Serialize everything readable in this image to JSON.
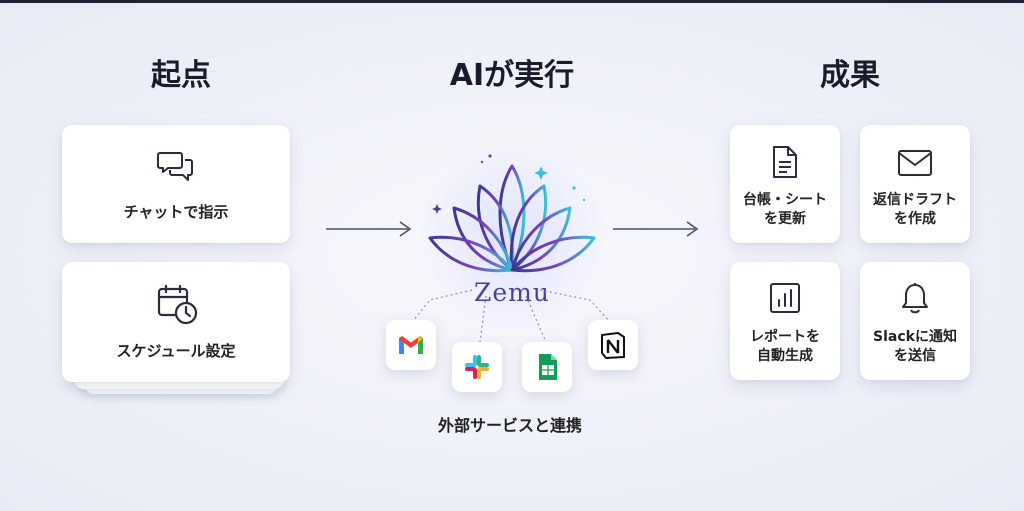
{
  "columns": {
    "start": "起点",
    "ai": "AIが実行",
    "result": "成果"
  },
  "start_cards": [
    {
      "label": "チャットで指示",
      "icon": "chat-bubbles-icon"
    },
    {
      "label": "スケジュール設定",
      "icon": "calendar-clock-icon"
    }
  ],
  "center": {
    "brand": "Zemu",
    "caption": "外部サービスと連携",
    "services": [
      {
        "name": "Gmail",
        "icon": "gmail-icon"
      },
      {
        "name": "Slack",
        "icon": "slack-icon"
      },
      {
        "name": "Google Sheets",
        "icon": "sheets-icon"
      },
      {
        "name": "Notion",
        "icon": "notion-icon"
      }
    ]
  },
  "result_cards": [
    {
      "line1": "台帳・シート",
      "line2": "を更新",
      "icon": "document-icon"
    },
    {
      "line1": "返信ドラフト",
      "line2": "を作成",
      "icon": "mail-icon"
    },
    {
      "line1": "レポートを",
      "line2": "自動生成",
      "icon": "bar-chart-icon"
    },
    {
      "line1": "Slackに通知",
      "line2": "を送信",
      "icon": "bell-icon"
    }
  ],
  "colors": {
    "lotus_start": "#3b3a8f",
    "lotus_mid": "#7b3fb8",
    "lotus_end": "#3ac0d8",
    "text": "#1a1c2b"
  }
}
